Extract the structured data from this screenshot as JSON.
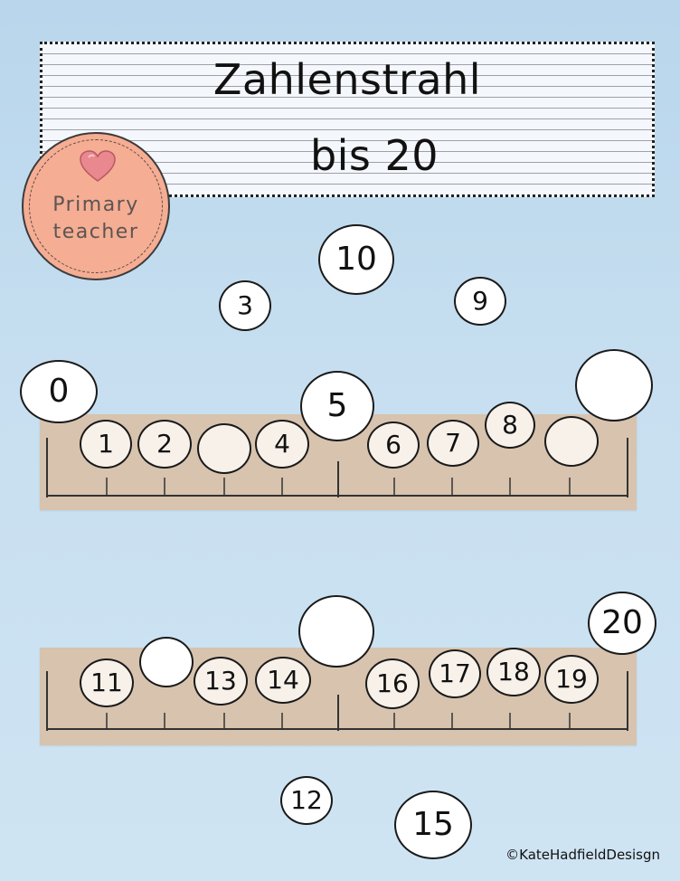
{
  "title": {
    "line1": "Zahlenstrahl",
    "line2": "bis 20"
  },
  "badge": {
    "line1": "Primary",
    "line2": "teacher",
    "heart_icon": "heart-icon",
    "color": "#f5ad93"
  },
  "number_line_1": {
    "start": 0,
    "end": 10,
    "placed_numbers": [
      "1",
      "2",
      "4",
      "6",
      "7",
      "8"
    ],
    "empty_slots": [
      3,
      9,
      10
    ]
  },
  "number_line_2": {
    "start": 11,
    "end": 20,
    "placed_numbers": [
      "11",
      "13",
      "14",
      "16",
      "17",
      "18",
      "19"
    ],
    "empty_slots": [
      12,
      15
    ]
  },
  "labels": {
    "zero": "0",
    "five": "5",
    "twenty": "20",
    "n1": "1",
    "n2": "2",
    "n4": "4",
    "n6": "6",
    "n7": "7",
    "n8": "8",
    "n11": "11",
    "n13": "13",
    "n14": "14",
    "n16": "16",
    "n17": "17",
    "n18": "18",
    "n19": "19"
  },
  "loose_cards": {
    "ten": "10",
    "three": "3",
    "nine": "9",
    "twelve": "12",
    "fifteen": "15"
  },
  "copyright": "©KateHadfieldDesisgn",
  "colors": {
    "background": "#c2dcef",
    "strip": "#d7c3ae",
    "disc": "#ffffff"
  }
}
